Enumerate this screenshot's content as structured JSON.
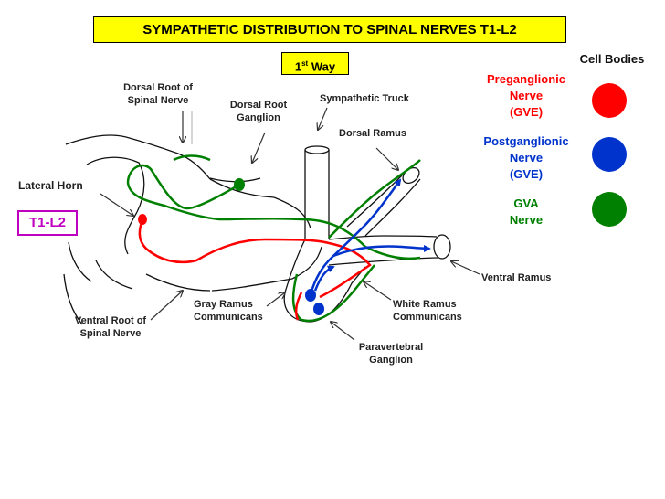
{
  "title": "SYMPATHETIC DISTRIBUTION TO SPINAL NERVES T1-L2",
  "way": {
    "ordinal": "1",
    "suffix": "st",
    "word": "Way"
  },
  "segment_label": "T1-L2",
  "labels": {
    "dorsal_root_l1": "Dorsal Root of",
    "dorsal_root_l2": "Spinal Nerve",
    "dorsal_ganglion_l1": "Dorsal Root",
    "dorsal_ganglion_l2": "Ganglion",
    "sympathetic_truck": "Sympathetic Truck",
    "dorsal_ramus": "Dorsal Ramus",
    "lateral_horn": "Lateral Horn",
    "ventral_ramus": "Ventral Ramus",
    "gray_ramus_l1": "Gray  Ramus",
    "gray_ramus_l2": "Communicans",
    "white_ramus_l1": "White Ramus",
    "white_ramus_l2": "Communicans",
    "ventral_root_l1": "Ventral Root of",
    "ventral_root_l2": "Spinal Nerve",
    "paravertebral_l1": "Paravertebral",
    "paravertebral_l2": "Ganglion"
  },
  "legend": {
    "heading": "Cell Bodies",
    "pre_l1": "Preganglionic",
    "pre_l2": "Nerve",
    "pre_l3": "(GVE)",
    "post_l1": "Postganglionic",
    "post_l2": "Nerve",
    "post_l3": "(GVE)",
    "gva_l1": "GVA",
    "gva_l2": "Nerve"
  },
  "colors": {
    "preganglionic": "#ff0000",
    "postganglionic": "#0033cc",
    "gva": "#008000",
    "title_bg": "#ffff00",
    "segment_box": "#c000c0"
  }
}
